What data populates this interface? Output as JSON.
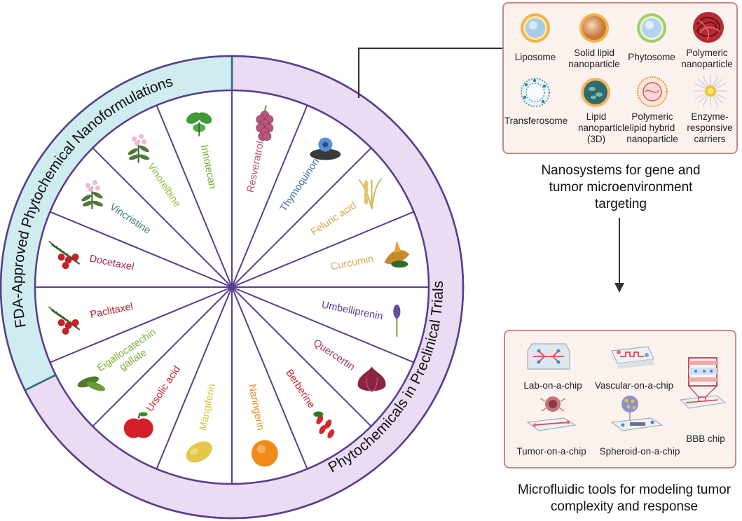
{
  "wheel": {
    "fda_title": "FDA-Approved Phytochemical Nanoformulations",
    "preclinical_title": "Phytochemicals in Preclinical Trials",
    "colors": {
      "ring_fda": "#cfecf1",
      "ring_preclinical": "#eadcf2",
      "outline": "#5a3d91",
      "fda_border": "#2a6f74",
      "text": "#222222"
    },
    "segments": [
      {
        "label": "Resveratrol",
        "color": "#b9577b",
        "icon": "grape-icon"
      },
      {
        "label": "Thymoquinon",
        "color": "#3e6ea3",
        "icon": "nigella-flower-icon"
      },
      {
        "label": "Feluric acid",
        "color": "#dca54a",
        "icon": "rice-plant-icon"
      },
      {
        "label": "Curcumin",
        "color": "#d8a45a",
        "icon": "turmeric-root-icon"
      },
      {
        "label": "Umbelliprenin",
        "color": "#5a3d91",
        "icon": "ferula-flower-icon"
      },
      {
        "label": "Quercertin",
        "color": "#a4365a",
        "icon": "onion-icon"
      },
      {
        "label": "Berberine",
        "color": "#cc1f26",
        "icon": "barberry-icon"
      },
      {
        "label": "Naringerin",
        "color": "#e88a1b",
        "icon": "orange-fruit-icon"
      },
      {
        "label": "Mangiferin",
        "color": "#d7c43c",
        "icon": "mango-icon"
      },
      {
        "label": "Ursolic acid",
        "color": "#d5202a",
        "icon": "apple-icon"
      },
      {
        "label": "Eigallocatechin gallate",
        "color": "#7db13b",
        "icon": "tea-leaf-icon"
      },
      {
        "label": "Paclitaxel",
        "color": "#b5222a",
        "icon": "yew-branch-icon"
      },
      {
        "label": "Docetaxel",
        "color": "#a02a5e",
        "icon": "yew-branch-icon"
      },
      {
        "label": "Vincristine",
        "color": "#3c7c84",
        "icon": "periwinkle-icon"
      },
      {
        "label": "Vinorelbine",
        "color": "#8fbe3f",
        "icon": "periwinkle-icon"
      },
      {
        "label": "Irinotecan",
        "color": "#6cab2c",
        "icon": "camptotheca-leaf-icon"
      }
    ]
  },
  "nanosystems": {
    "items": [
      {
        "label": "Liposome",
        "icon": "liposome-icon"
      },
      {
        "label": "Solid lipid nanoparticle",
        "icon": "solid-lipid-nanoparticle-icon"
      },
      {
        "label": "Phytosome",
        "icon": "phytosome-icon"
      },
      {
        "label": "Polymeric nanoparticle",
        "icon": "polymeric-nanoparticle-icon"
      },
      {
        "label": "Transferosome",
        "icon": "transferosome-icon"
      },
      {
        "label": "Lipid nanoparticle (3D)",
        "icon": "lipid-nanoparticle-3d-icon"
      },
      {
        "label": "Polymeric lipid hybrid nanoparticle",
        "icon": "hybrid-nanoparticle-icon"
      },
      {
        "label": "Enzyme-responsive carriers",
        "icon": "enzyme-carrier-icon"
      }
    ],
    "caption": "Nanosystems for gene and tumor microenvironment targeting"
  },
  "microfluidics": {
    "items": [
      {
        "label": "Lab-on-a-chip",
        "icon": "lab-chip-icon"
      },
      {
        "label": "Vascular-on-a-chip",
        "icon": "vascular-chip-icon"
      },
      {
        "label": "BBB chip",
        "icon": "bbb-chip-icon"
      },
      {
        "label": "Tumor-on-a-chip",
        "icon": "tumor-chip-icon"
      },
      {
        "label": "Spheroid-on-a-chip",
        "icon": "spheroid-chip-icon"
      }
    ],
    "caption": "Microfluidic tools for modeling tumor complexity and response"
  }
}
